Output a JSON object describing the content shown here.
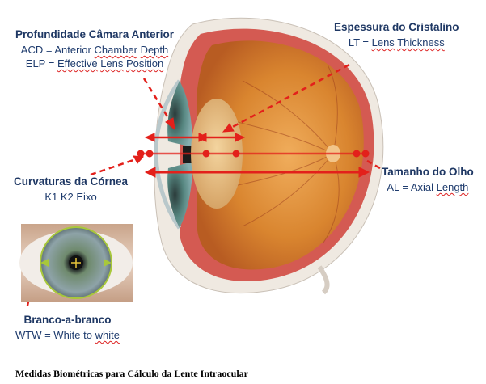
{
  "labels": {
    "acd": {
      "title": "Profundidade Câmara Anterior",
      "line1": {
        "pre": "ACD = Anterior ",
        "w1": "Chamber",
        "mid": " ",
        "w2": "Depth"
      },
      "line2": {
        "pre": "ELP = ",
        "w1": "Effective",
        "mid": " ",
        "w2": "Lens",
        "mid2": " ",
        "w3": "Position"
      }
    },
    "lt": {
      "title": "Espessura do Cristalino",
      "line1": {
        "pre": "LT = ",
        "w1": "Lens",
        "mid": " ",
        "w2": "Thickness"
      }
    },
    "cornea": {
      "title": "Curvaturas da Córnea",
      "line1": "K1  K2 Eixo"
    },
    "al": {
      "title": "Tamanho do Olho",
      "line1": {
        "pre": "AL = Axial ",
        "w1": "Length"
      }
    },
    "wtw": {
      "title": "Branco-a-branco",
      "line1": {
        "pre": "WTW = White to ",
        "w1": "white"
      }
    }
  },
  "caption": "Medidas Biométricas para Cálculo da Lente Intraocular",
  "colors": {
    "arrow": "#e3201b",
    "text": "#1f3864",
    "sclera": "#f4efe6",
    "choroid": "#d9534f",
    "vitreous": "#d98a3a",
    "iris": "#4d7a7c",
    "lens": "#e0b783"
  }
}
